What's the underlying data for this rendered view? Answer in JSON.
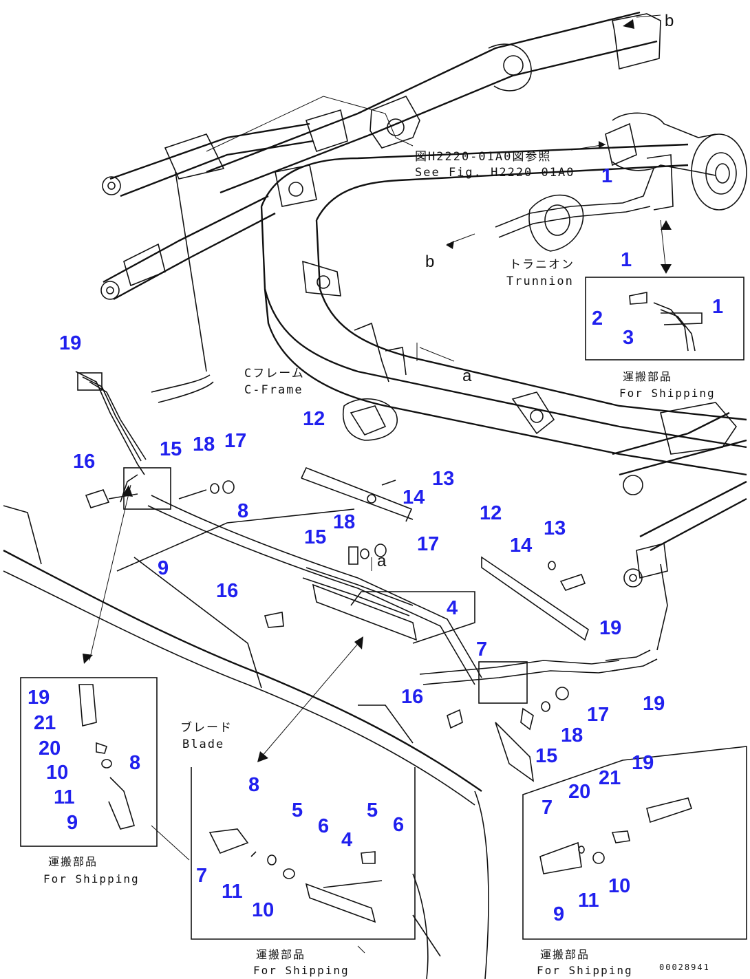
{
  "captions": {
    "see_fig_jp": "図H2220-01A0図参照",
    "see_fig_en": "See Fig. H2220-01A0",
    "trunnion_jp": "トラニオン",
    "trunnion_en": "Trunnion",
    "cframe_jp": "Cフレーム",
    "cframe_en": "C-Frame",
    "blade_jp": "ブレード",
    "blade_en": "Blade",
    "ship1_jp": "運搬部品",
    "ship1_en": "For Shipping",
    "ship2_jp": "運搬部品",
    "ship2_en": "For Shipping",
    "ship3_jp": "運搬部品",
    "ship3_en": "For Shipping",
    "ship4_jp": "運搬部品",
    "ship4_en": "For Shipping",
    "drawing_code": "00028941"
  },
  "view_letters": {
    "b_top": "b",
    "b_left": "b",
    "a_right": "a",
    "a_mid": "a"
  },
  "part_numbers": {
    "p1a": "1",
    "p1b": "1",
    "p1c": "1",
    "p2": "2",
    "p3": "3",
    "p19a": "19",
    "p16a": "16",
    "p15a": "15",
    "p18a": "18",
    "p17a": "17",
    "p12a": "12",
    "p13a": "13",
    "p14a": "14",
    "p8a": "8",
    "p9a": "9",
    "p18b": "18",
    "p15b": "15",
    "p17b": "17",
    "p16b": "16",
    "p4a": "4",
    "p12b": "12",
    "p14b": "14",
    "p13b": "13",
    "p19b": "19",
    "p7a": "7",
    "p16c": "16",
    "p19c": "19",
    "p17c": "17",
    "p18c": "18",
    "p15c": "15",
    "l19": "19",
    "l21": "21",
    "l20": "20",
    "l10": "10",
    "l8": "8",
    "l11": "11",
    "l9": "9",
    "c8": "8",
    "c5a": "5",
    "c5b": "5",
    "c6a": "6",
    "c6b": "6",
    "c4": "4",
    "c7": "7",
    "c11": "11",
    "c10": "10",
    "r19": "19",
    "r7": "7",
    "r20": "20",
    "r21": "21",
    "r10": "10",
    "r11": "11",
    "r9": "9"
  }
}
